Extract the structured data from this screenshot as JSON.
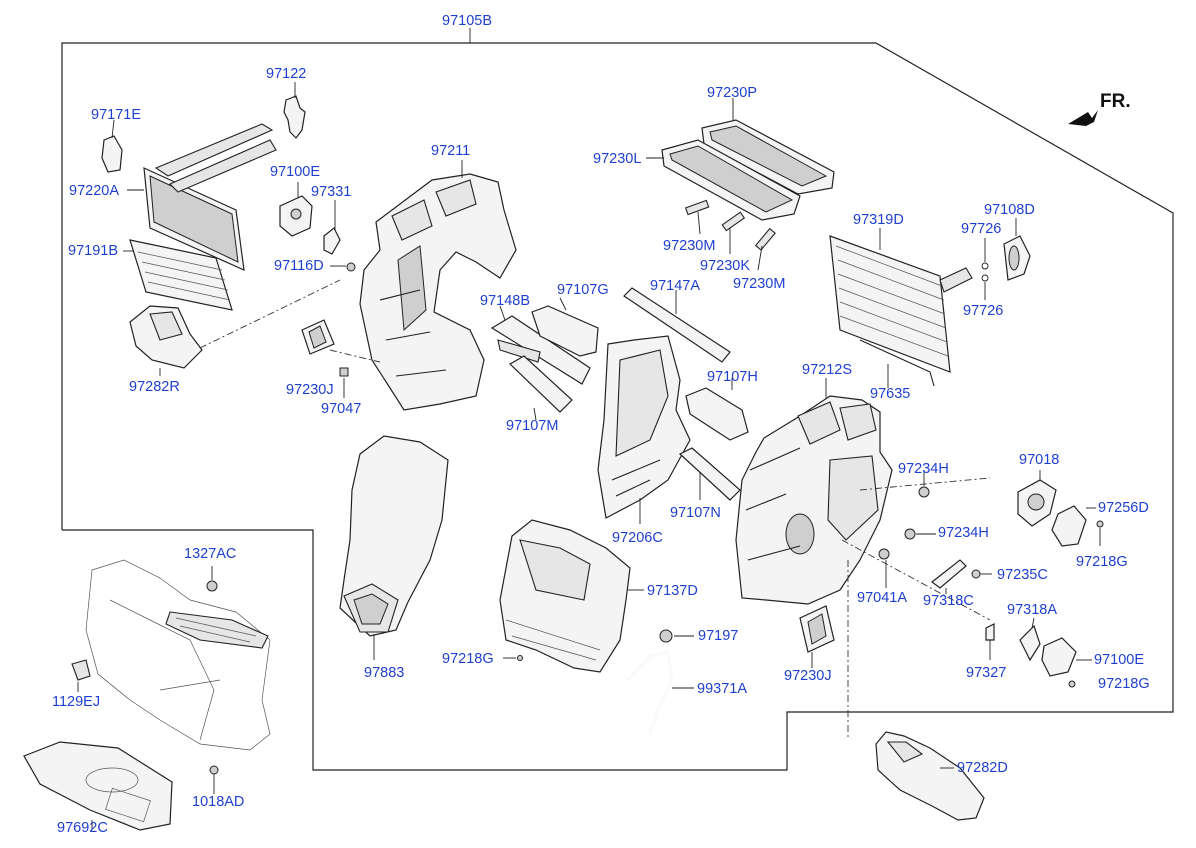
{
  "diagram": {
    "direction_label": "FR.",
    "labels": [
      {
        "id": "97105B",
        "text": "97105B"
      },
      {
        "id": "97122",
        "text": "97122"
      },
      {
        "id": "97171E",
        "text": "97171E"
      },
      {
        "id": "97220A",
        "text": "97220A"
      },
      {
        "id": "97191B",
        "text": "97191B"
      },
      {
        "id": "97282R",
        "text": "97282R"
      },
      {
        "id": "97100E-a",
        "text": "97100E"
      },
      {
        "id": "97331",
        "text": "97331"
      },
      {
        "id": "97116D",
        "text": "97116D"
      },
      {
        "id": "97211",
        "text": "97211"
      },
      {
        "id": "97230J-a",
        "text": "97230J"
      },
      {
        "id": "97047",
        "text": "97047"
      },
      {
        "id": "97148B",
        "text": "97148B"
      },
      {
        "id": "97107G",
        "text": "97107G"
      },
      {
        "id": "97107M",
        "text": "97107M"
      },
      {
        "id": "97230P",
        "text": "97230P"
      },
      {
        "id": "97230L",
        "text": "97230L"
      },
      {
        "id": "97230M-a",
        "text": "97230M"
      },
      {
        "id": "97230K",
        "text": "97230K"
      },
      {
        "id": "97230M-b",
        "text": "97230M"
      },
      {
        "id": "97147A",
        "text": "97147A"
      },
      {
        "id": "97319D",
        "text": "97319D"
      },
      {
        "id": "97108D",
        "text": "97108D"
      },
      {
        "id": "97726-a",
        "text": "97726"
      },
      {
        "id": "97726-b",
        "text": "97726"
      },
      {
        "id": "97212S",
        "text": "97212S"
      },
      {
        "id": "97635",
        "text": "97635"
      },
      {
        "id": "97107H",
        "text": "97107H"
      },
      {
        "id": "97107N",
        "text": "97107N"
      },
      {
        "id": "97206C",
        "text": "97206C"
      },
      {
        "id": "97234H-a",
        "text": "97234H"
      },
      {
        "id": "97234H-b",
        "text": "97234H"
      },
      {
        "id": "97018",
        "text": "97018"
      },
      {
        "id": "97256D",
        "text": "97256D"
      },
      {
        "id": "97218G-a",
        "text": "97218G"
      },
      {
        "id": "97235C",
        "text": "97235C"
      },
      {
        "id": "97041A",
        "text": "97041A"
      },
      {
        "id": "97318C",
        "text": "97318C"
      },
      {
        "id": "97318A",
        "text": "97318A"
      },
      {
        "id": "97327",
        "text": "97327"
      },
      {
        "id": "97100E-b",
        "text": "97100E"
      },
      {
        "id": "97218G-b",
        "text": "97218G"
      },
      {
        "id": "97282D",
        "text": "97282D"
      },
      {
        "id": "97883",
        "text": "97883"
      },
      {
        "id": "97137D",
        "text": "97137D"
      },
      {
        "id": "97197",
        "text": "97197"
      },
      {
        "id": "97218G-c",
        "text": "97218G"
      },
      {
        "id": "99371A",
        "text": "99371A"
      },
      {
        "id": "97230J-b",
        "text": "97230J"
      },
      {
        "id": "1327AC",
        "text": "1327AC"
      },
      {
        "id": "1129EJ",
        "text": "1129EJ"
      },
      {
        "id": "1018AD",
        "text": "1018AD"
      },
      {
        "id": "97692C",
        "text": "97692C"
      }
    ]
  }
}
